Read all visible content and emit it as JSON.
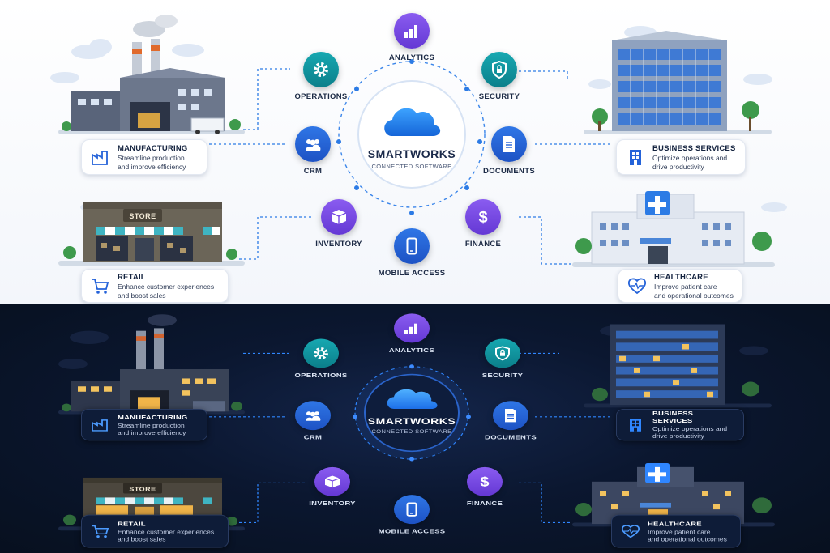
{
  "hub": {
    "title": "SMARTWORKS",
    "subtitle": "CONNECTED SOFTWARE"
  },
  "modules": {
    "analytics": "ANALYTICS",
    "operations": "OPERATIONS",
    "security": "SECURITY",
    "crm": "CRM",
    "documents": "DOCUMENTS",
    "inventory": "INVENTORY",
    "finance": "FINANCE",
    "mobile": "MOBILE ACCESS"
  },
  "industries": {
    "manufacturing": {
      "title": "MANUFACTURING",
      "line1": "Streamline production",
      "line2": "and improve efficiency"
    },
    "retail": {
      "title": "RETAIL",
      "line1": "Enhance customer experiences",
      "line2": "and boost sales",
      "sign": "STORE"
    },
    "business": {
      "title": "BUSINESS SERVICES",
      "line1": "Optimize operations and",
      "line2": "drive productivity"
    },
    "healthcare": {
      "title": "HEALTHCARE",
      "line1": "Improve patient care",
      "line2": "and operational outcomes"
    }
  },
  "colors": {
    "teal": "#0f8f99",
    "blue": "#2563d9",
    "purple": "#7446e3",
    "navy": "#0b1730"
  }
}
